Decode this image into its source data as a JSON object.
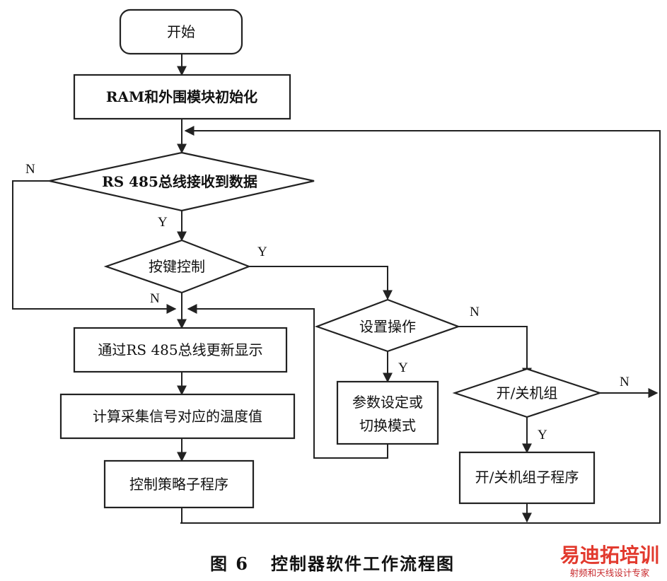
{
  "nodes": {
    "start": "开始",
    "init": "RAM和外围模块初始化",
    "rs485": "RS 485总线接收到数据",
    "key": "按键控制",
    "display": "通过RS 485总线更新显示",
    "calc": "计算采集信号对应的温度值",
    "strategy": "控制策略子程序",
    "setop": "设置操作",
    "param_line1": "参数设定或",
    "param_line2": "切换模式",
    "onoff": "开/关机组",
    "onoff_sub": "开/关机组子程序"
  },
  "labels": {
    "rs485_no": "N",
    "rs485_yes": "Y",
    "key_yes": "Y",
    "key_no": "N",
    "setop_no": "N",
    "setop_yes": "Y",
    "onoff_no": "N",
    "onoff_yes": "Y"
  },
  "caption": "图 6   控制器软件工作流程图",
  "watermark": {
    "brand": "易迪拓培训",
    "sub": "射频和天线设计专家",
    "colors": {
      "brand": "#e23a2e",
      "brand_dark": "#c8282c"
    }
  }
}
